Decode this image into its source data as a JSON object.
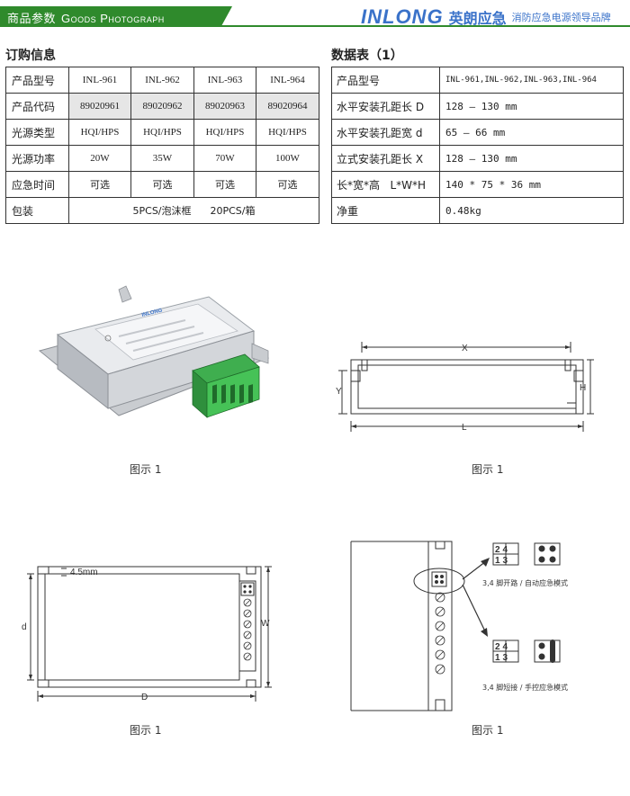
{
  "header": {
    "title_cn": "商品参数",
    "title_en": "Goods Photograph",
    "brand_logo": "INLONG",
    "brand_cn": "英朗应急",
    "brand_slogan": "消防应急电源领导品牌"
  },
  "order_info": {
    "title": "订购信息",
    "rows": [
      {
        "label": "产品型号",
        "values": [
          "INL-961",
          "INL-962",
          "INL-963",
          "INL-964"
        ]
      },
      {
        "label": "产品代码",
        "values": [
          "89020961",
          "89020962",
          "89020963",
          "89020964"
        ]
      },
      {
        "label": "光源类型",
        "values": [
          "HQI/HPS",
          "HQI/HPS",
          "HQI/HPS",
          "HQI/HPS"
        ]
      },
      {
        "label": "光源功率",
        "values": [
          "20W",
          "35W",
          "70W",
          "100W"
        ]
      },
      {
        "label": "应急时间",
        "values": [
          "可选",
          "可选",
          "可选",
          "可选"
        ]
      }
    ],
    "packaging_label": "包装",
    "packaging_value": "5PCS/泡沫框      20PCS/箱"
  },
  "data_table": {
    "title": "数据表（1）",
    "rows": [
      {
        "label": "产品型号",
        "value": "INL-961,INL-962,INL-963,INL-964"
      },
      {
        "label": "水平安装孔距长 D",
        "value": "128 — 130 mm"
      },
      {
        "label": "水平安装孔距宽 d",
        "value": "65 — 66 mm"
      },
      {
        "label": "立式安装孔距长 X",
        "value": "128 — 130 mm"
      },
      {
        "label": "长*宽*高   L*W*H",
        "value": "140 * 75 * 36 mm"
      },
      {
        "label": "净重",
        "value": "0.48kg"
      }
    ]
  },
  "figures": {
    "caption": "图示 1",
    "side_view_labels": {
      "x": "X",
      "y": "Y",
      "h": "H",
      "l": "L"
    },
    "top_view_labels": {
      "gap": "4.5mm",
      "d_small": "d",
      "w": "W",
      "d_big": "D"
    },
    "switch_diagram": {
      "open_label": "3,4 脚开路 / 自动应急模式",
      "short_label": "3,4 脚短接 / 手控应急模式",
      "pins_top": "24",
      "pins_bottom": "13"
    }
  },
  "colors": {
    "header_green": "#2f8a2c",
    "brand_blue": "#3a72c9",
    "code_gray": "#e6e6e6"
  }
}
